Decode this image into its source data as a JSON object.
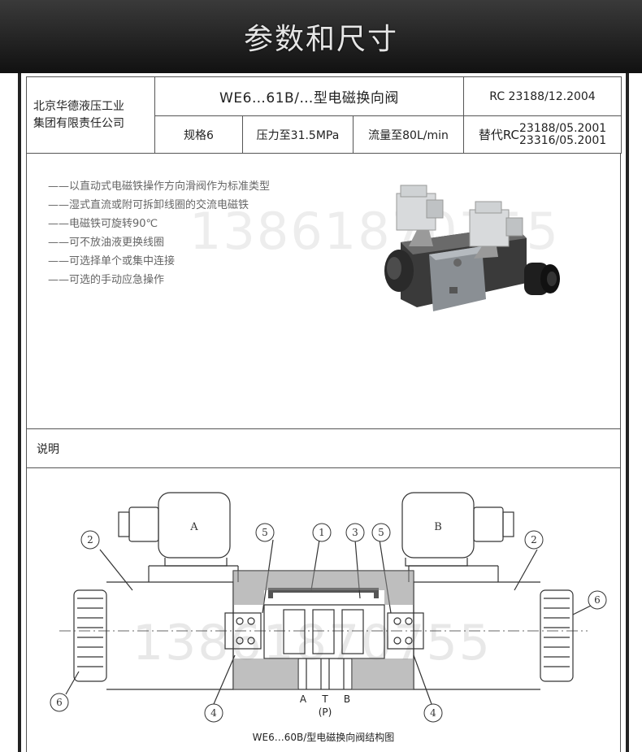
{
  "header": {
    "title": "参数和尺寸"
  },
  "spec_table": {
    "company_line1": "北京华德液压工业",
    "company_line2": "集团有限责任公司",
    "model": "WE6…61B/…型电磁换向阀",
    "standard": "RC 23188/12.2004",
    "size": "规格6",
    "pressure": "压力至31.5MPa",
    "flow": "流量至80L/min",
    "replace_label": "替代RC",
    "replace_code1": "23188/05.2001",
    "replace_code2": "23316/05.2001"
  },
  "features": [
    "——以直动式电磁铁操作方向滑阀作为标准类型",
    "——湿式直流或附可拆卸线圈的交流电磁铁",
    "——电磁铁可旋转90℃",
    "——可不放油液更换线圈",
    "——可选择单个或集中连接",
    "——可选的手动应急操作"
  ],
  "watermark_top": "13861870755",
  "watermark_bottom": "13861870755",
  "section": {
    "label": "说明"
  },
  "diagram": {
    "solenoid_a": "A",
    "solenoid_b": "B",
    "callouts": [
      "1",
      "2",
      "2",
      "3",
      "4",
      "4",
      "5",
      "5",
      "6",
      "6"
    ],
    "port_a": "A",
    "port_t": "T",
    "port_b": "B",
    "port_p": "(P)",
    "caption": "WE6…60B/型电磁换向阀结构图"
  }
}
